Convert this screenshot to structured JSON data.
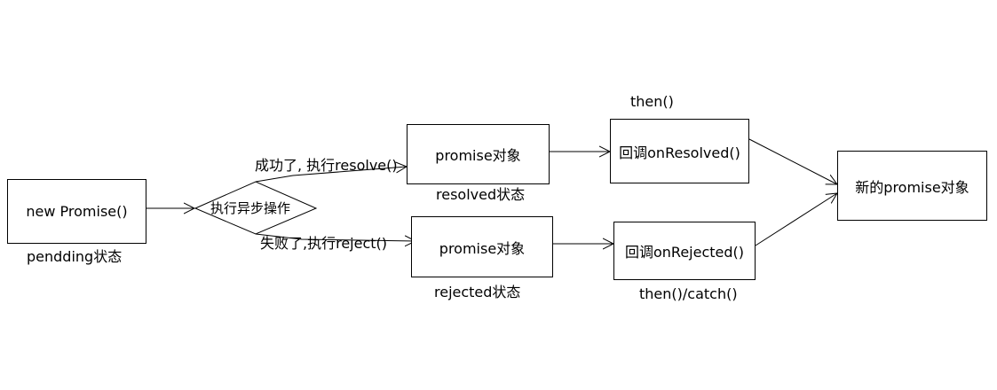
{
  "nodes": {
    "new_promise": "new Promise()",
    "async_op": "执行异步操作",
    "promise_resolved": "promise对象",
    "promise_rejected": "promise对象",
    "on_resolved": "回调onResolved()",
    "on_rejected": "回调onRejected()",
    "new_promise_result": "新的promise对象"
  },
  "labels": {
    "pending_state": "pendding状态",
    "success": "成功了, 执行resolve()",
    "failure": "失败了,执行reject()",
    "resolved_state": "resolved状态",
    "rejected_state": "rejected状态",
    "then": "then()",
    "then_catch": "then()/catch()"
  }
}
